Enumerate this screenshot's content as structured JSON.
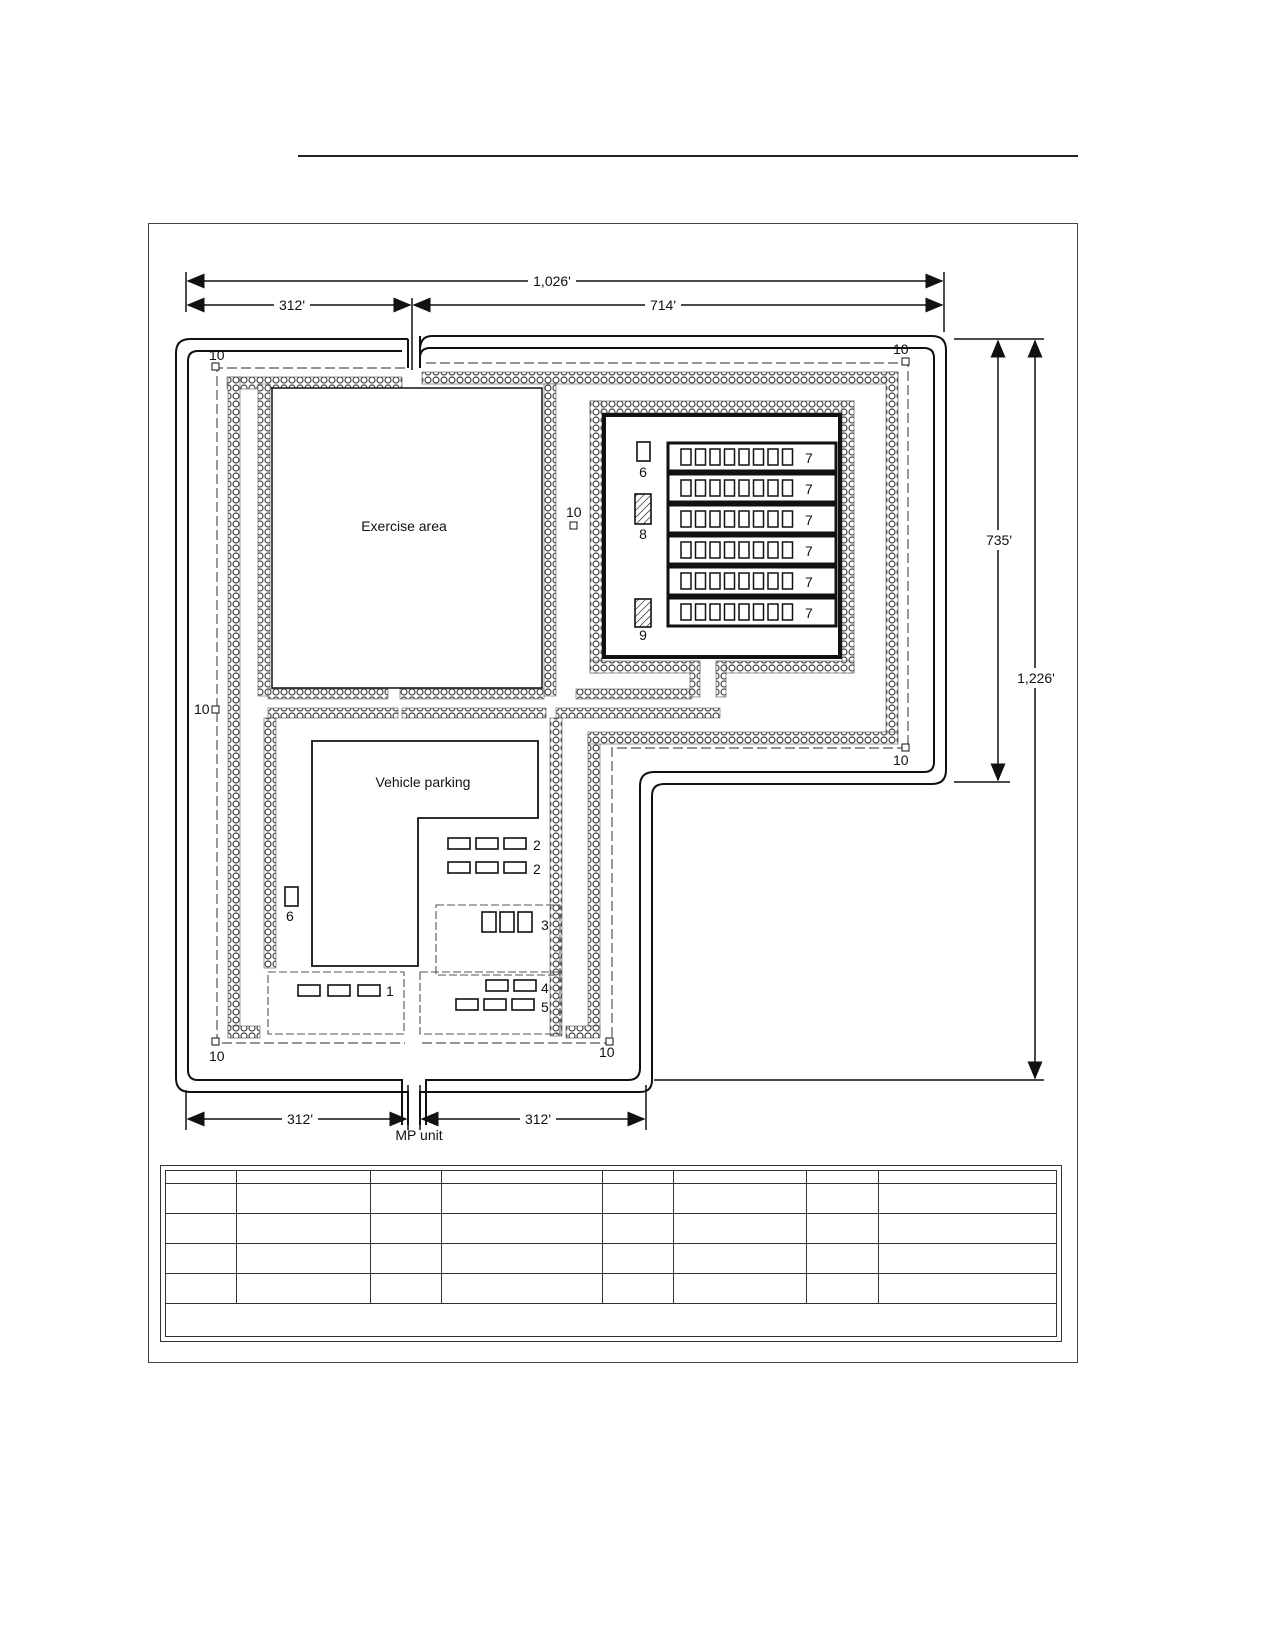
{
  "dimensions": {
    "total_width": "1,026'",
    "left_width": "312'",
    "right_width": "714'",
    "right_height": "735'",
    "total_height": "1,226'",
    "bottom_left": "312'",
    "bottom_right": "312'"
  },
  "areas": {
    "exercise": "Exercise area",
    "parking": "Vehicle parking",
    "entry": "MP unit"
  },
  "markers": {
    "tower": "10",
    "n1": "1",
    "n2": "2",
    "n3": "3",
    "n4": "4",
    "n5": "5",
    "n6": "6",
    "n7": "7",
    "n8": "8",
    "n9": "9"
  },
  "colors": {
    "line": "#111111",
    "wire": "#555555"
  },
  "legend_table": {
    "rows": 6,
    "columns": 8
  }
}
